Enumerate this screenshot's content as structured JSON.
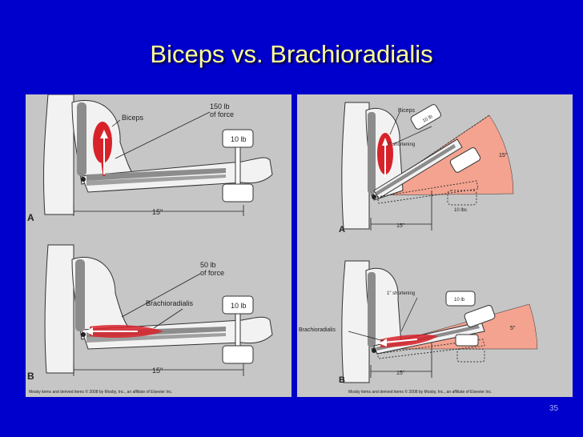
{
  "slide": {
    "title": "Biceps vs. Brachioradialis",
    "page_number": "35"
  },
  "left_panel": {
    "figure_a": {
      "letter": "A",
      "muscle_label": "Biceps",
      "force_line1": "150 lb",
      "force_line2": "of force",
      "weight_label": "10 lb",
      "distance_label": "15\""
    },
    "figure_b": {
      "letter": "B",
      "muscle_label": "Brachioradialis",
      "force_line1": "50 lb",
      "force_line2": "of force",
      "weight_label": "10 lb",
      "distance_label": "15\""
    },
    "copyright": "Mosby items and derived items © 2008 by Mosby, Inc., an affiliate of Elsevier Inc."
  },
  "right_panel": {
    "figure_a": {
      "letter": "A",
      "muscle_label": "Biceps",
      "shortening_label": "1\" shortening",
      "weight_label": "10 lb",
      "weight_label_lower": "10 lbs",
      "arc_label": "15\"",
      "distance_label": "15\""
    },
    "figure_b": {
      "letter": "B",
      "muscle_label": "Brachioradialis",
      "shortening_label": "1\" shortening",
      "weight_label": "10 lb",
      "arc_label": "5\"",
      "distance_label": "15\""
    },
    "copyright": "Mosby items and derived items © 2008 by Mosby, Inc., an affiliate of Elsevier Inc."
  },
  "colors": {
    "background": "#0000cc",
    "title": "#ffff99",
    "panel": "#c6c6c6",
    "muscle": "#d8222a",
    "arc": "#f3a390"
  }
}
